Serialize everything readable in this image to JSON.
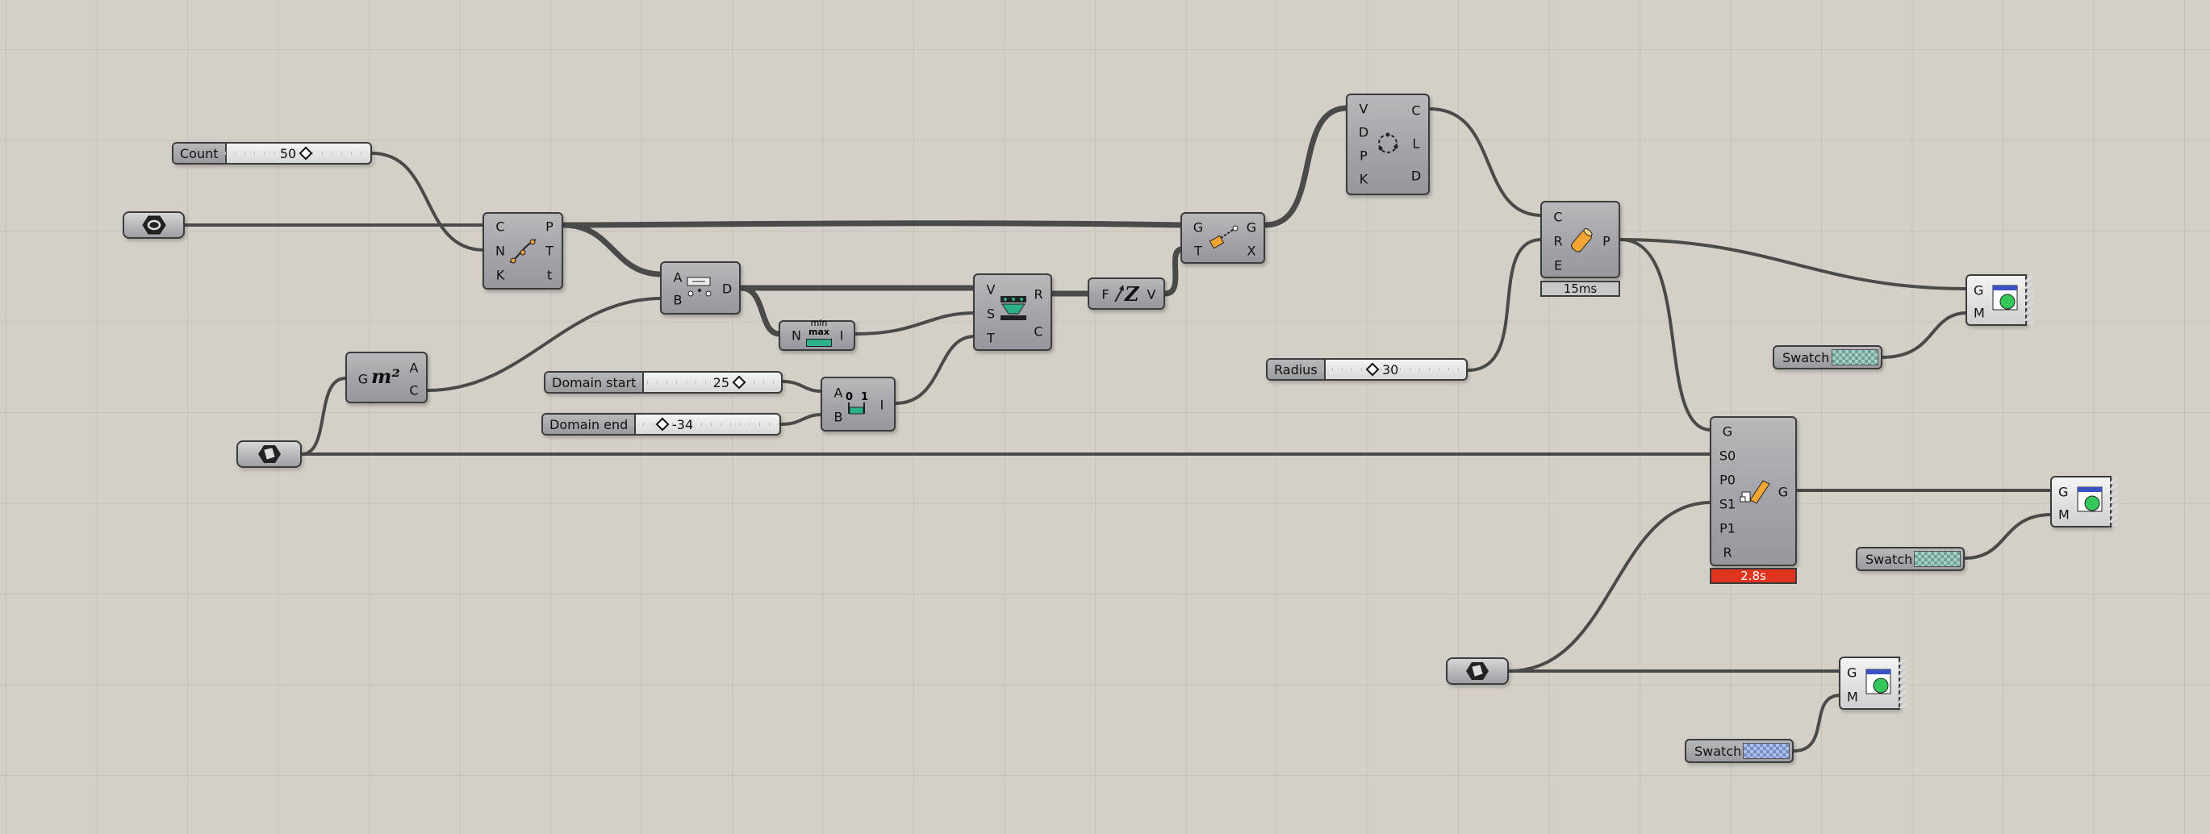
{
  "sliders": {
    "count": {
      "label": "Count",
      "value": "50"
    },
    "domain_start": {
      "label": "Domain start",
      "value": "25"
    },
    "domain_end": {
      "label": "Domain end",
      "value": "-34"
    },
    "radius": {
      "label": "Radius",
      "value": "30"
    }
  },
  "components": {
    "divide_curve": {
      "inputs": [
        "C",
        "N",
        "K"
      ],
      "outputs": [
        "P",
        "T",
        "t"
      ]
    },
    "area": {
      "glyph": "m²",
      "inputs": [
        "G"
      ],
      "outputs": [
        "A",
        "C"
      ]
    },
    "distance": {
      "inputs": [
        "A",
        "B"
      ],
      "outputs": [
        "D"
      ]
    },
    "bounds": {
      "inputs": [
        "N"
      ],
      "outputs": [
        "I"
      ],
      "glyph_top": "min",
      "glyph_mid": "max"
    },
    "construct_domain": {
      "inputs": [
        "A",
        "B"
      ],
      "outputs": [
        "I"
      ]
    },
    "remap": {
      "inputs": [
        "V",
        "S",
        "T"
      ],
      "outputs": [
        "R",
        "C"
      ]
    },
    "unit_z": {
      "inputs": [
        "F"
      ],
      "outputs": [
        "V"
      ],
      "glyph": "Z"
    },
    "move": {
      "inputs": [
        "G",
        "T"
      ],
      "outputs": [
        "G",
        "X"
      ]
    },
    "voronoi": {
      "inputs": [
        "V",
        "D",
        "P",
        "K"
      ],
      "outputs": [
        "C",
        "L",
        "D"
      ]
    },
    "pipe": {
      "inputs": [
        "C",
        "R",
        "E"
      ],
      "outputs": [
        "P"
      ],
      "timing": "15ms"
    },
    "sweep2": {
      "inputs": [
        "G",
        "S0",
        "P0",
        "S1",
        "P1",
        "R"
      ],
      "outputs": [
        "G"
      ],
      "timing": "2.8s"
    }
  },
  "previews": [
    {
      "inputs": [
        "G",
        "M"
      ],
      "swatch_label": "Swatch",
      "swatch_color": "#9fd3c7"
    },
    {
      "inputs": [
        "G",
        "M"
      ],
      "swatch_label": "Swatch",
      "swatch_color": "#9fd3c7"
    },
    {
      "inputs": [
        "G",
        "M"
      ],
      "swatch_label": "Swatch",
      "swatch_color": "#a7bff5"
    }
  ],
  "colors": {
    "canvas": "#d4d0c8",
    "grid": "#c6c2ba",
    "wire": "#4a4a4a",
    "component": "#a3a3a9",
    "error_bar": "#e1341e",
    "timing_bar": "#c8c8c8"
  },
  "icons": {
    "curve_param": "curve-param-icon",
    "brep_param_1": "brep-param-icon",
    "brep_param_2": "brep-param-icon"
  }
}
